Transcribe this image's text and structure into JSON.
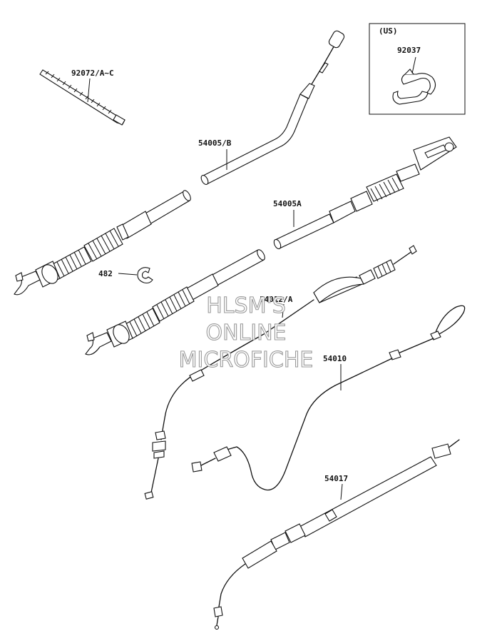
{
  "labels": {
    "p92072": "92072/A~C",
    "p92037": "92037",
    "us": "(US)",
    "p54005b": "54005/B",
    "p54005a": "54005A",
    "p482": "482",
    "p54012": "54012/A",
    "p54010": "54010",
    "p54017": "54017"
  },
  "watermark": {
    "line1": "HLSM'S",
    "line2": "ONLINE",
    "line3": "MICROFICHE"
  }
}
